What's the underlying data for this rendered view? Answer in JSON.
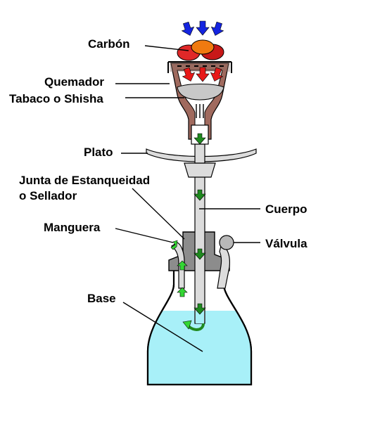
{
  "labels": {
    "carbon": "Carbón",
    "quemador": "Quemador",
    "tabaco": "Tabaco o Shisha",
    "plato": "Plato",
    "junta_line1": "Junta de Estanqueidad",
    "junta_line2": "o Sellador",
    "cuerpo": "Cuerpo",
    "manguera": "Manguera",
    "valvula": "Válvula",
    "base": "Base"
  },
  "colors": {
    "heat_arrow_blue": "#1424e0",
    "heat_arrow_red": "#e81818",
    "smoke_arrow_green": "#1f8a1f",
    "air_arrow_green": "#33d633",
    "water": "#a8f0f8",
    "coal_orange": "#f07a10",
    "coal_red": "#e02828",
    "bowl_brown": "#a06a5e",
    "body_gray": "#dcdcdc",
    "grommet_dark": "#8c8c8c"
  }
}
